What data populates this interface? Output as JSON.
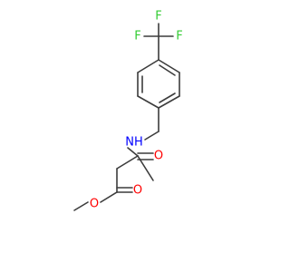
{
  "molecule": {
    "atoms": {
      "F_top": {
        "label": "F",
        "color": "#33cc33"
      },
      "F_left": {
        "label": "F",
        "color": "#33cc33"
      },
      "F_right": {
        "label": "F",
        "color": "#33cc33"
      },
      "NH": {
        "label": "NH",
        "color": "#0000ff"
      },
      "O_amide": {
        "label": "O",
        "color": "#ff0000"
      },
      "O_carbonyl": {
        "label": "O",
        "color": "#ff0000"
      },
      "O_ether": {
        "label": "O",
        "color": "#ff0000"
      }
    },
    "bond_color": "#3c3c3c"
  }
}
